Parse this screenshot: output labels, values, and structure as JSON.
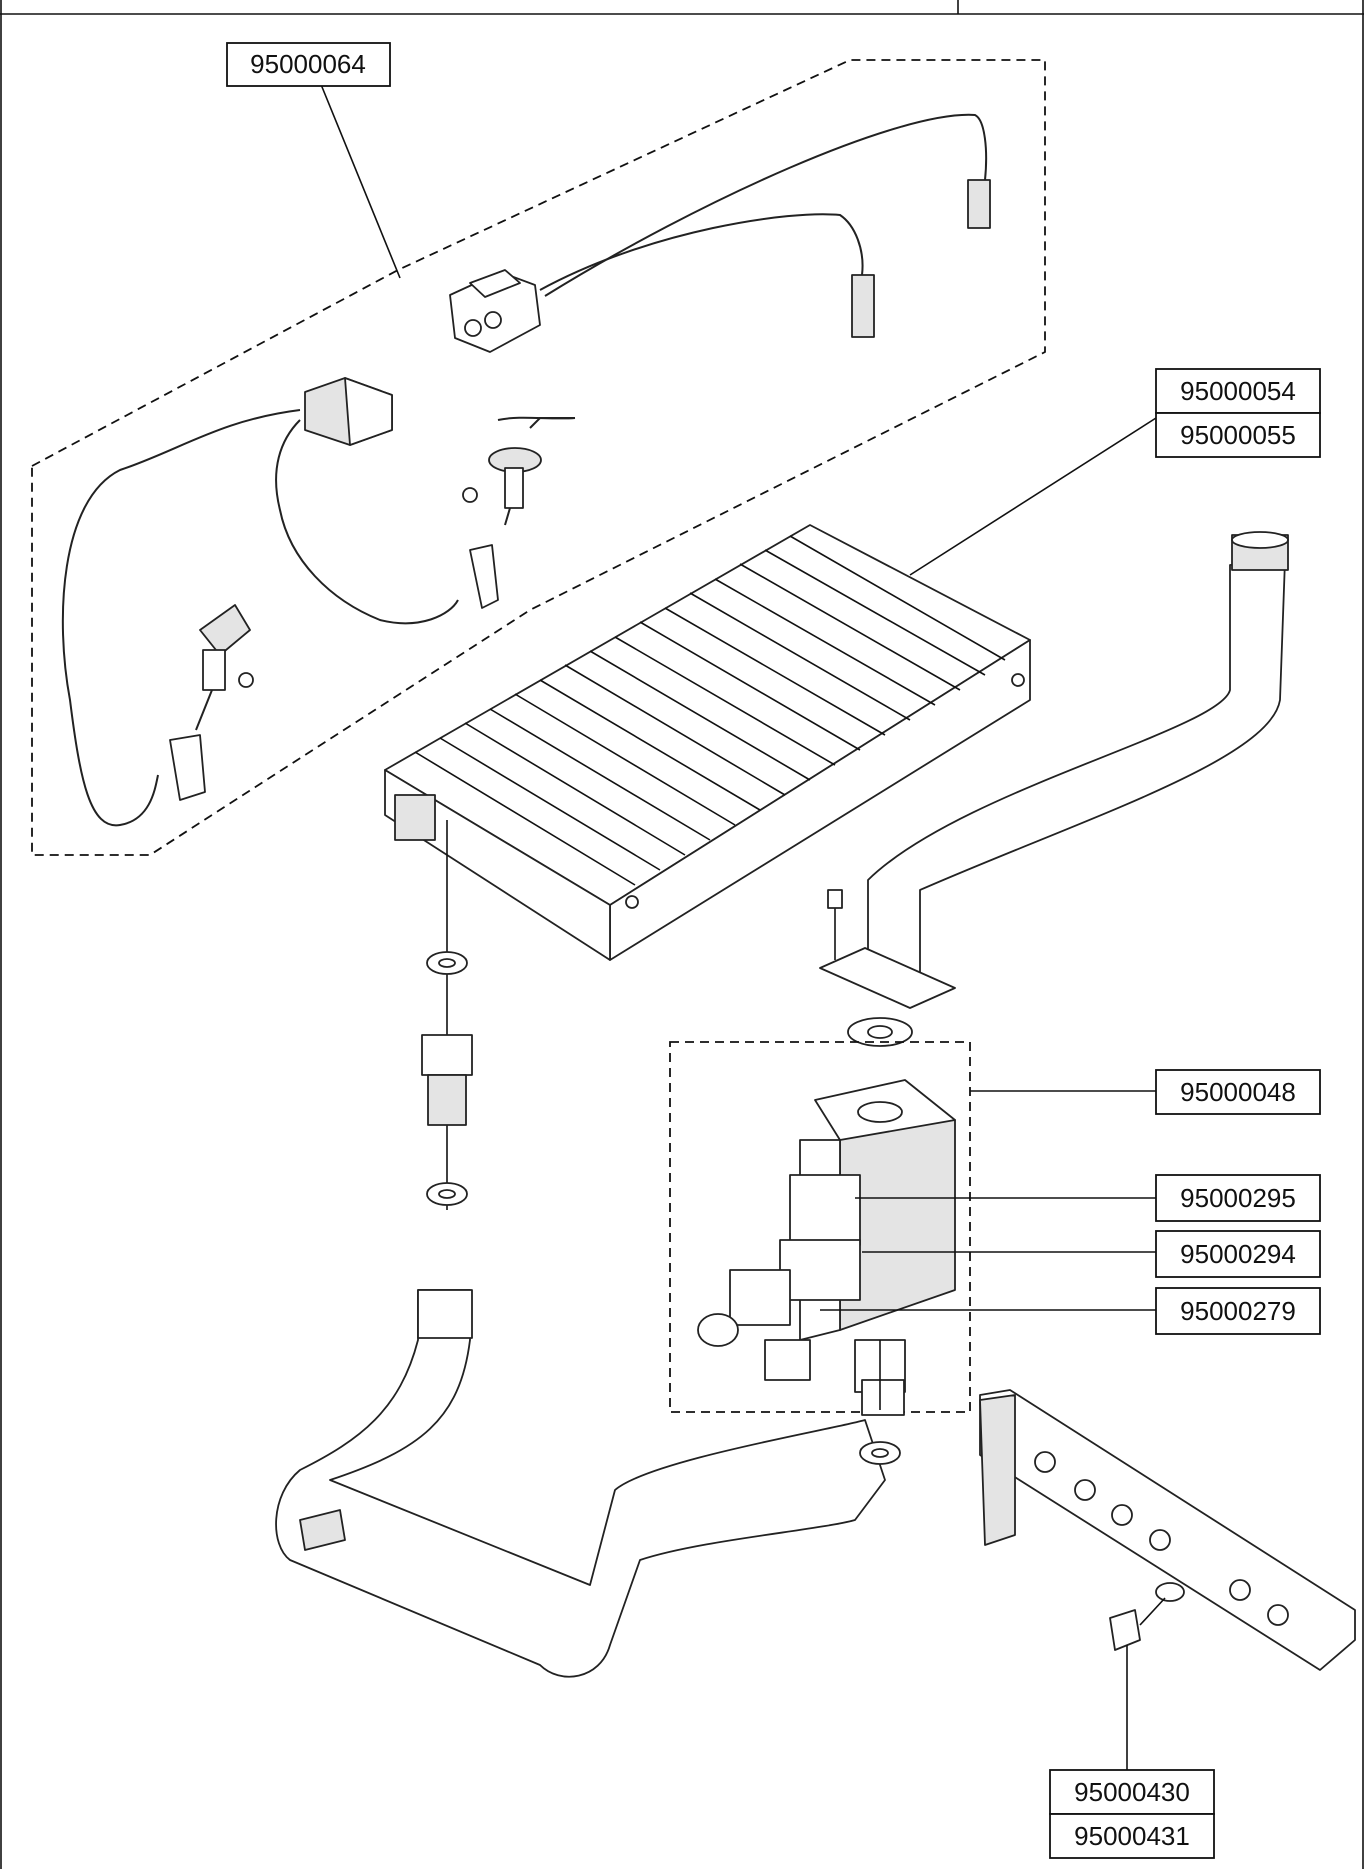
{
  "labels": {
    "ignition_harness": "95000064",
    "burner_a": "95000054",
    "burner_b": "95000055",
    "gas_valve": "95000048",
    "coil_upper": "95000295",
    "coil_lower": "95000294",
    "operator": "95000279",
    "injector_a": "95000430",
    "injector_b": "95000431"
  }
}
